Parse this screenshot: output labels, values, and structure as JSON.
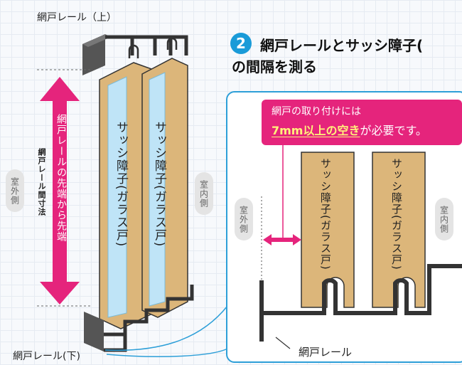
{
  "labels": {
    "rail_top": "網戸レール（上）",
    "rail_bottom": "網戸レール(下)",
    "rail_dimension": "網戸レール間寸法",
    "arrow_text": "網戸レールの先端から先端",
    "outdoor": "室外側",
    "indoor": "室内側",
    "sash": "サッシ障子(ガラス戸)",
    "rail_card": "網戸レール"
  },
  "step": {
    "number": "2",
    "title_line1": "網戸レールとサッシ障子(",
    "title_line2": "の間隔を測る"
  },
  "callout": {
    "line1": "網戸の取り付けには",
    "highlight": "7mm以上の空き",
    "rest": "が必要です。"
  },
  "colors": {
    "accent_pink": "#e5247c",
    "accent_blue": "#2d9fd8",
    "sash_wood": "#dcb67a",
    "glass": "#bfe4f7",
    "rail_dark": "#333333"
  }
}
